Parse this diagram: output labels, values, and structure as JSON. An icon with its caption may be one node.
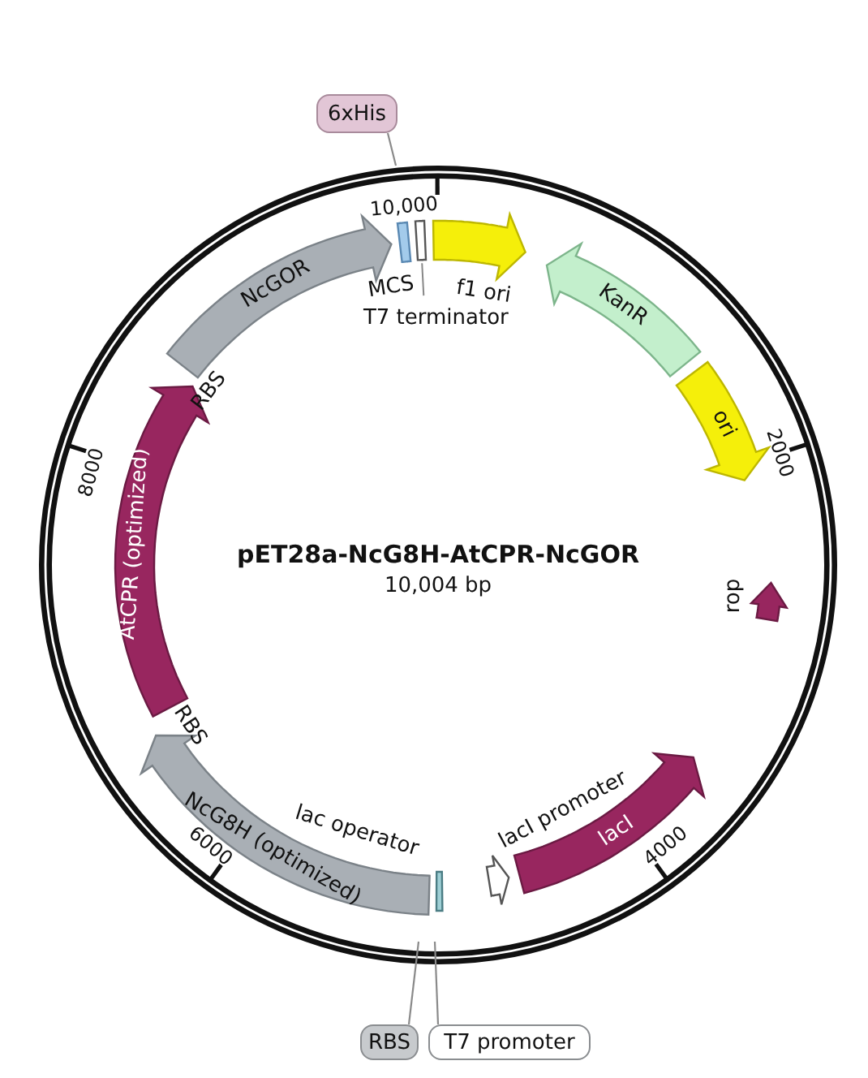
{
  "diagram": {
    "title": "pET28a-NcG8H-AtCPR-NcGOR",
    "nodes": [
      {
        "text": [
          "6xHis"
        ]
      },
      {
        "text": [
          "NcGOR"
        ]
      },
      {
        "text": [
          "MCS"
        ]
      },
      {
        "text": [
          "T7 terminator"
        ]
      },
      {
        "text": [
          "f1 ori"
        ]
      },
      {
        "text": [
          "KanR"
        ]
      },
      {
        "text": [
          "ori"
        ]
      },
      {
        "text": [
          "rop"
        ]
      },
      {
        "text": [
          "lacI promoter"
        ]
      },
      {
        "text": [
          "lacI"
        ]
      },
      {
        "text": [
          "lac operator"
        ]
      },
      {
        "text": [
          "NcG8H (optimized)"
        ]
      },
      {
        "text": [
          "AtCPR (optimized)"
        ]
      },
      {
        "text": [
          "RBS"
        ]
      },
      {
        "text": [
          "T7 promoter"
        ]
      }
    ],
    "edges": [
      {
        "from": 0,
        "to": null,
        "arrow": "none"
      },
      {
        "from": 13,
        "to": null,
        "arrow": "none"
      },
      {
        "from": 14,
        "to": null,
        "arrow": "none"
      }
    ],
    "labels": [
      "10,000",
      "RBS",
      "2000",
      "10,004 bp",
      "8000",
      "RBS",
      "4000",
      "6000"
    ]
  }
}
